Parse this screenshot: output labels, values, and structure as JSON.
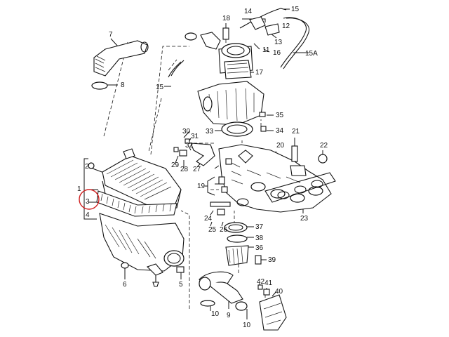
{
  "diagram": {
    "highlight_color": "#d01f1f",
    "line_color": "#111111",
    "highlighted_callout": "3",
    "callouts": [
      {
        "id": "1",
        "text": "1"
      },
      {
        "id": "2",
        "text": "2"
      },
      {
        "id": "3",
        "text": "3"
      },
      {
        "id": "4",
        "text": "4"
      },
      {
        "id": "5",
        "text": "5"
      },
      {
        "id": "6",
        "text": "6"
      },
      {
        "id": "7",
        "text": "7"
      },
      {
        "id": "8",
        "text": "8"
      },
      {
        "id": "9",
        "text": "9"
      },
      {
        "id": "10a",
        "text": "10"
      },
      {
        "id": "10b",
        "text": "10"
      },
      {
        "id": "11",
        "text": "11"
      },
      {
        "id": "12",
        "text": "12"
      },
      {
        "id": "13",
        "text": "13"
      },
      {
        "id": "14",
        "text": "14"
      },
      {
        "id": "15",
        "text": "15"
      },
      {
        "id": "15b",
        "text": "15"
      },
      {
        "id": "15A",
        "text": "15A"
      },
      {
        "id": "16",
        "text": "16"
      },
      {
        "id": "17",
        "text": "17"
      },
      {
        "id": "18",
        "text": "18"
      },
      {
        "id": "19",
        "text": "19"
      },
      {
        "id": "20",
        "text": "20"
      },
      {
        "id": "21",
        "text": "21"
      },
      {
        "id": "22",
        "text": "22"
      },
      {
        "id": "23",
        "text": "23"
      },
      {
        "id": "24",
        "text": "24"
      },
      {
        "id": "25",
        "text": "25"
      },
      {
        "id": "26",
        "text": "26"
      },
      {
        "id": "27",
        "text": "27"
      },
      {
        "id": "28",
        "text": "28"
      },
      {
        "id": "29",
        "text": "29"
      },
      {
        "id": "30",
        "text": "30"
      },
      {
        "id": "31",
        "text": "31"
      },
      {
        "id": "32",
        "text": "32"
      },
      {
        "id": "33",
        "text": "33"
      },
      {
        "id": "34",
        "text": "34"
      },
      {
        "id": "35",
        "text": "35"
      },
      {
        "id": "36",
        "text": "36"
      },
      {
        "id": "37",
        "text": "37"
      },
      {
        "id": "38",
        "text": "38"
      },
      {
        "id": "39",
        "text": "39"
      },
      {
        "id": "40",
        "text": "40"
      },
      {
        "id": "41",
        "text": "41"
      },
      {
        "id": "42",
        "text": "42"
      }
    ]
  }
}
